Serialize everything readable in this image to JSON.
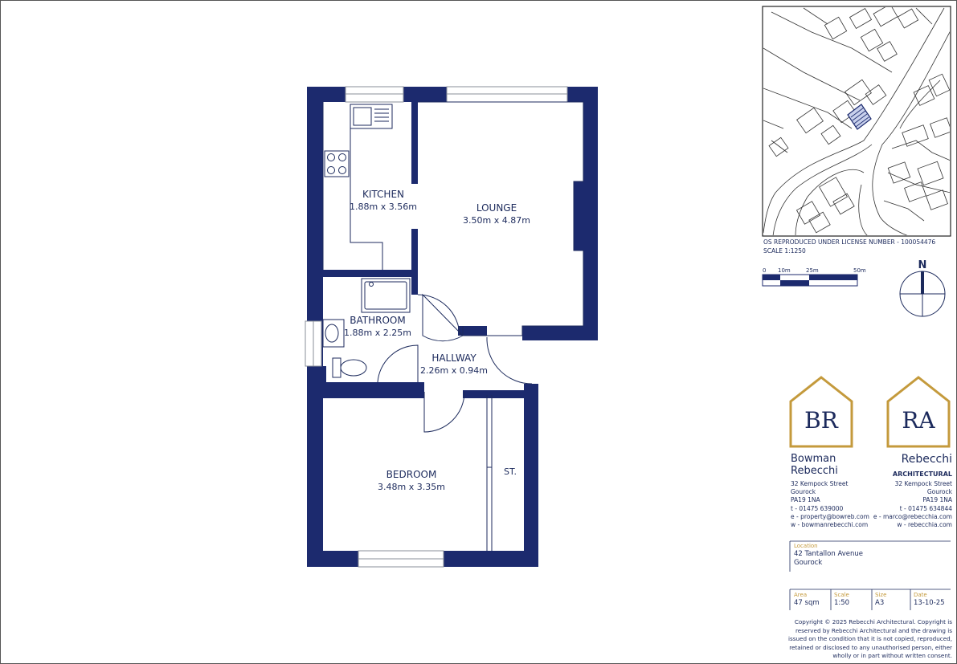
{
  "rooms": [
    {
      "name": "KITCHEN",
      "dims": "1.88m x 3.56m"
    },
    {
      "name": "LOUNGE",
      "dims": "3.50m x 4.87m"
    },
    {
      "name": "BATHROOM",
      "dims": "1.88m x 2.25m"
    },
    {
      "name": "HALLWAY",
      "dims": "2.26m x 0.94m"
    },
    {
      "name": "BEDROOM",
      "dims": "3.48m x 3.35m"
    },
    {
      "name": "ST.",
      "dims": ""
    }
  ],
  "os_map": {
    "license": "OS REPRODUCED UNDER LICENSE NUMBER - 100054476",
    "scale": "SCALE 1:1250",
    "scalebar_labels": [
      "0",
      "10m",
      "25m",
      "50m"
    ],
    "north_label": "N"
  },
  "bowman": {
    "logo_letters": "BR",
    "name_line1": "Bowman",
    "name_line2": "Rebecchi",
    "address1": "32 Kempock Street",
    "address2": "Gourock",
    "postcode": "PA19 1NA",
    "phone": "t - 01475 639000",
    "email": "e - property@bowreb.com",
    "web": "w - bowmanrebecchi.com"
  },
  "rebecchi": {
    "logo_letters": "RA",
    "name": "Rebecchi",
    "subtitle": "ARCHITECTURAL",
    "address1": "32 Kempock Street",
    "address2": "Gourock",
    "postcode": "PA19 1NA",
    "phone": "t - 01475 634844",
    "email": "e - marco@rebecchia.com",
    "web": "w - rebecchia.com"
  },
  "title_block": {
    "location_label": "Location",
    "location_line1": "42 Tantallon Avenue",
    "location_line2": "Gourock",
    "area_label": "Area",
    "area_value": "47 sqm",
    "scale_label": "Scale",
    "scale_value": "1:50",
    "size_label": "Size",
    "size_value": "A3",
    "date_label": "Date",
    "date_value": "13-10-25"
  },
  "copyright": [
    "Copyright © 2025 Rebecchi Architectural. Copyright is",
    "reserved by Rebecchi Architectural and the drawing is",
    "issued on the condition that it is not copied, reproduced,",
    "retained or disclosed to any unauthorised person, either",
    "wholly or in part without written consent."
  ],
  "colors": {
    "wall": "#1c2a6e",
    "text": "#1c2a5c",
    "gold": "#c49a3c"
  }
}
